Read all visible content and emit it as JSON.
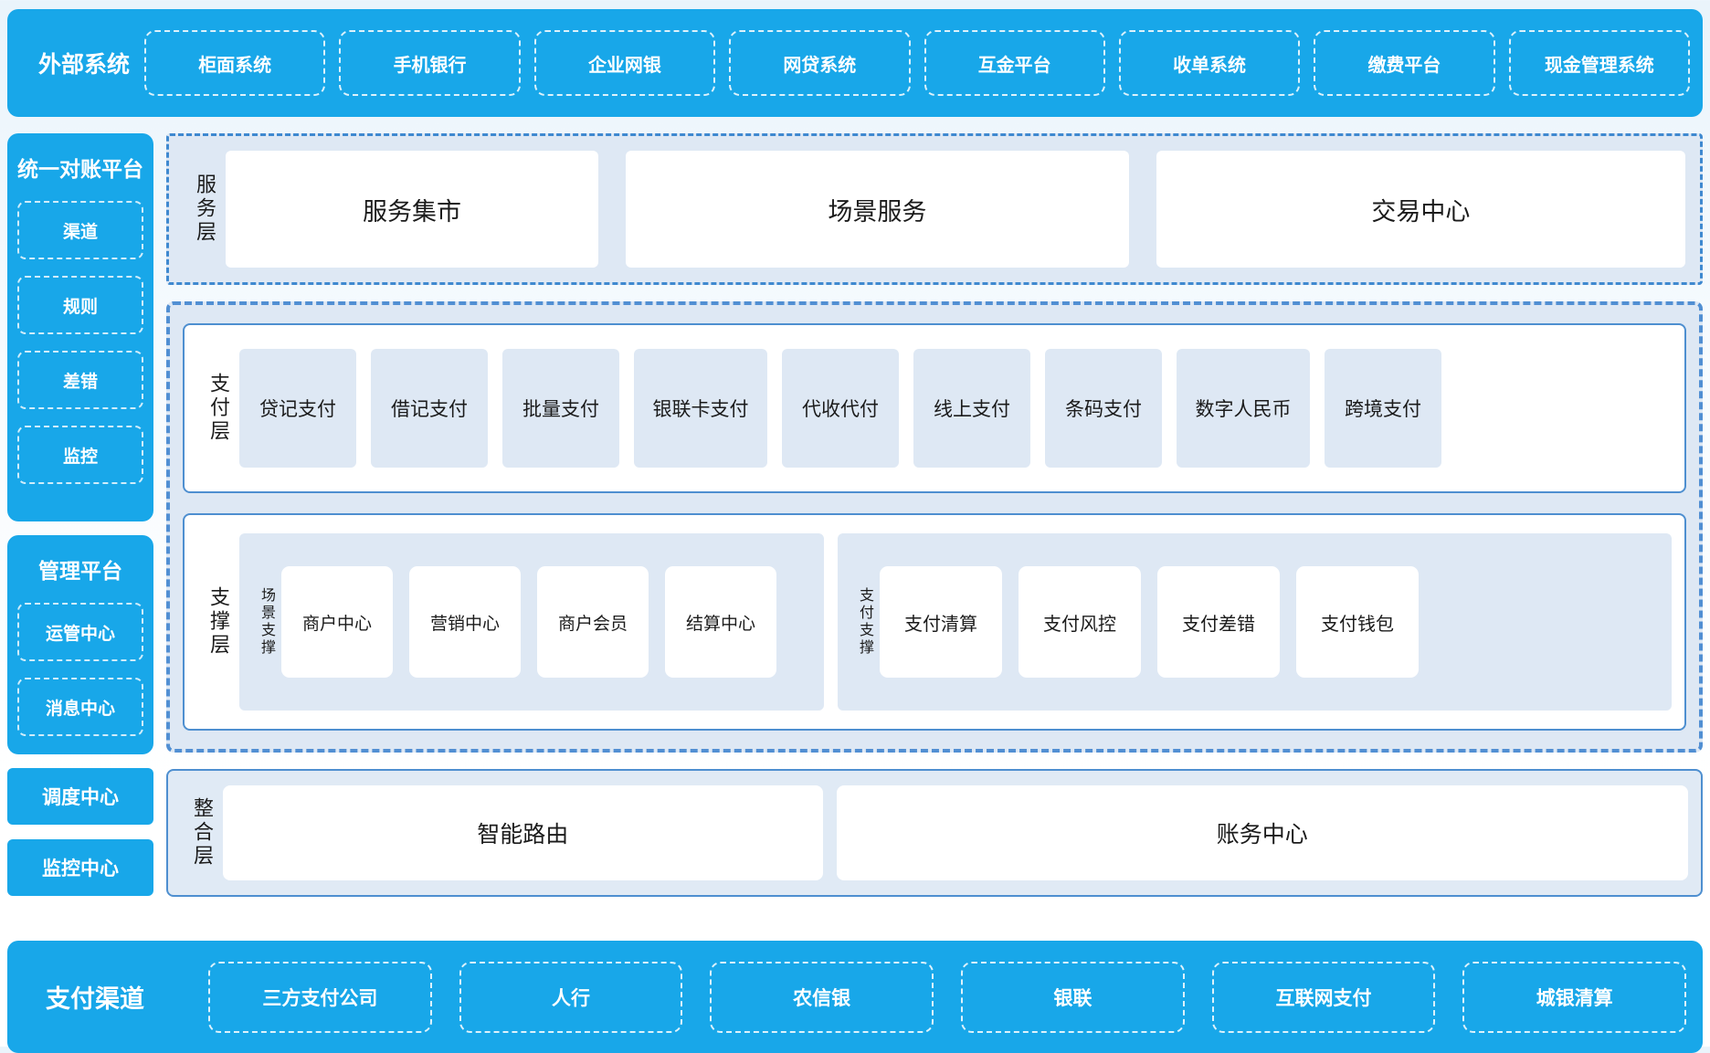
{
  "colors": {
    "accent_blue": "#18a7e9",
    "panel_light_blue": "#dee8f4",
    "border_blue": "#4e8fd0",
    "dashed_white": "#ffffff",
    "text_dark": "#1b1b1b"
  },
  "top_bar": {
    "title": "外部系统",
    "items": [
      "柜面系统",
      "手机银行",
      "企业网银",
      "网贷系统",
      "互金平台",
      "收单系统",
      "缴费平台",
      "现金管理系统"
    ]
  },
  "sidebar": {
    "panels": [
      {
        "title": "统一对账平台",
        "items": [
          "渠道",
          "规则",
          "差错",
          "监控"
        ]
      },
      {
        "title": "管理平台",
        "items": [
          "运管中心",
          "消息中心"
        ]
      }
    ],
    "boxes": [
      "调度中心",
      "监控中心"
    ]
  },
  "service_layer": {
    "label": "服务层",
    "items": [
      "服务集市",
      "场景服务",
      "交易中心"
    ]
  },
  "payment_layer": {
    "label": "支付层",
    "items": [
      "贷记支付",
      "借记支付",
      "批量支付",
      "银联卡支付",
      "代收代付",
      "线上支付",
      "条码支付",
      "数字人民币",
      "跨境支付"
    ]
  },
  "support_layer": {
    "label": "支撑层",
    "groups": [
      {
        "label": "场景支撑",
        "items": [
          "商户中心",
          "营销中心",
          "商户会员",
          "结算中心"
        ]
      },
      {
        "label": "支付支撑",
        "items": [
          "支付清算",
          "支付风控",
          "支付差错",
          "支付钱包"
        ]
      }
    ]
  },
  "integration_layer": {
    "label": "整合层",
    "items": [
      "智能路由",
      "账务中心"
    ]
  },
  "bottom_bar": {
    "title": "支付渠道",
    "items": [
      "三方支付公司",
      "人行",
      "农信银",
      "银联",
      "互联网支付",
      "城银清算"
    ]
  }
}
